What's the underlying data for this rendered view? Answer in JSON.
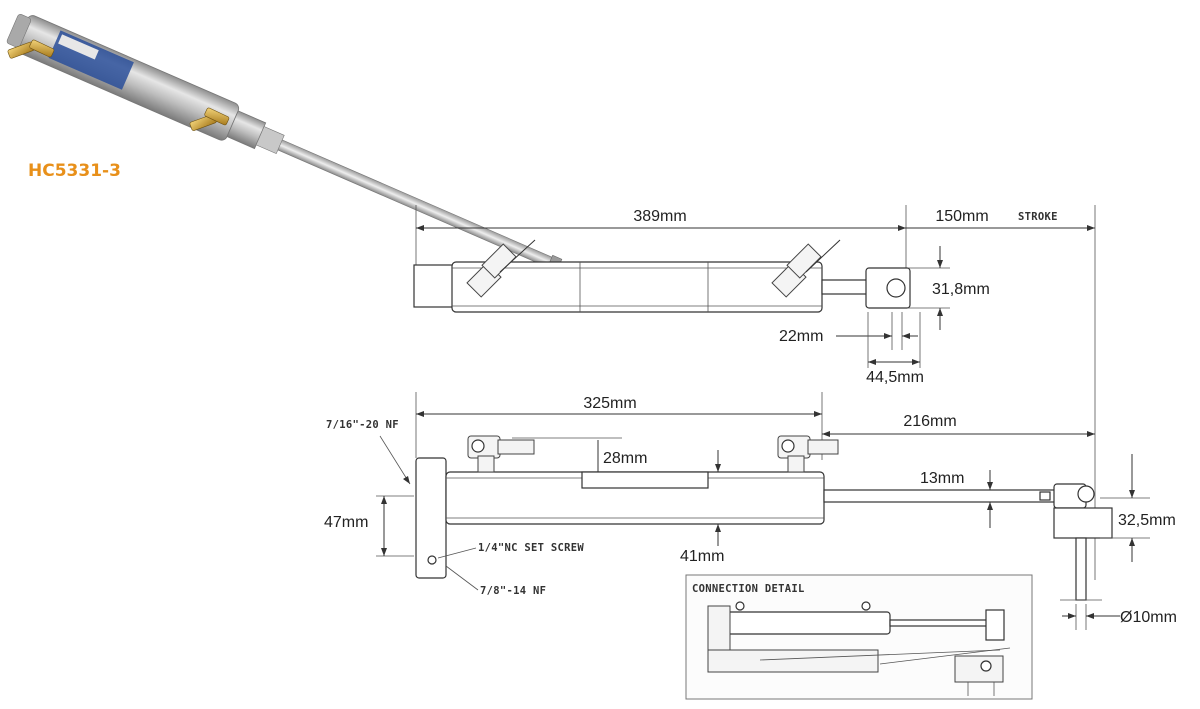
{
  "model": "HC5331-3",
  "colors": {
    "model": "#e8901a",
    "line": "#333333",
    "rod": "#b9b9b9"
  },
  "top_view": {
    "length": "389mm",
    "stroke_value": "150mm",
    "stroke_label": "STROKE",
    "end_height": "31,8mm",
    "hole": "22mm",
    "end_width": "44,5mm"
  },
  "side_view": {
    "length": "325mm",
    "extension": "216mm",
    "fitting_height": "28mm",
    "rod_offset": "13mm",
    "bracket_height": "47mm",
    "body_height": "41mm",
    "clevis_height": "32,5mm",
    "pin_diameter": "Ø10mm",
    "thread_top": "7/16\"-20 NF",
    "set_screw": "1/4\"NC SET SCREW",
    "thread_bottom": "7/8\"-14 NF"
  },
  "connection_detail": {
    "title": "CONNECTION DETAIL"
  }
}
